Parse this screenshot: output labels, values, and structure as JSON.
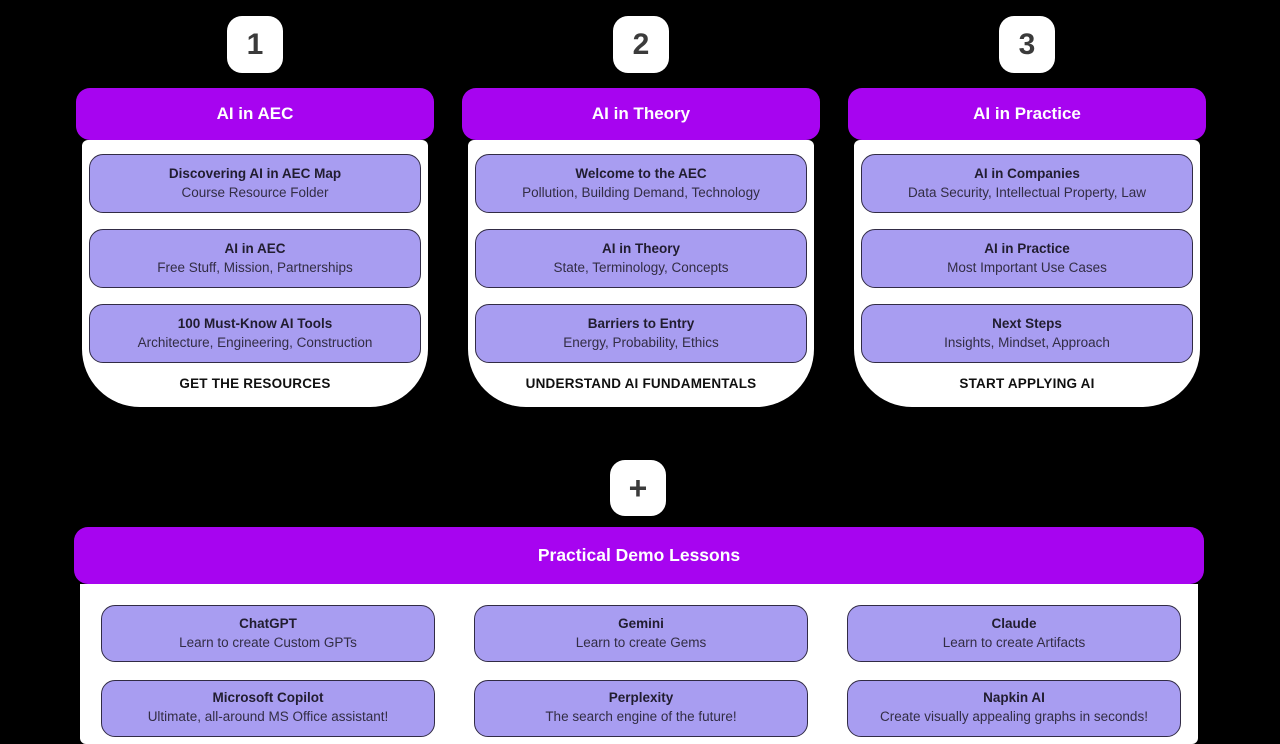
{
  "palette": {
    "background": "#000000",
    "header_purple": "#a704f0",
    "card_purple": "#a89df1",
    "card_border": "#312b45",
    "surface": "#ffffff",
    "title_text": "#211d30",
    "subtitle_text": "#322d44"
  },
  "columns": [
    {
      "badge": "1",
      "title": "AI in AEC",
      "cards": [
        {
          "title": "Discovering AI in AEC Map",
          "subtitle": "Course Resource Folder"
        },
        {
          "title": "AI in AEC",
          "subtitle": "Free Stuff, Mission, Partnerships"
        },
        {
          "title": "100 Must-Know AI Tools",
          "subtitle": "Architecture, Engineering, Construction"
        }
      ],
      "footer": "GET THE RESOURCES"
    },
    {
      "badge": "2",
      "title": "AI in Theory",
      "cards": [
        {
          "title": "Welcome to the AEC",
          "subtitle": "Pollution, Building Demand, Technology"
        },
        {
          "title": "AI in Theory",
          "subtitle": "State, Terminology, Concepts"
        },
        {
          "title": "Barriers to Entry",
          "subtitle": "Energy, Probability, Ethics"
        }
      ],
      "footer": "UNDERSTAND AI FUNDAMENTALS"
    },
    {
      "badge": "3",
      "title": "AI in Practice",
      "cards": [
        {
          "title": "AI in Companies",
          "subtitle": "Data Security, Intellectual Property, Law"
        },
        {
          "title": "AI in Practice",
          "subtitle": "Most Important Use Cases"
        },
        {
          "title": "Next Steps",
          "subtitle": "Insights, Mindset, Approach"
        }
      ],
      "footer": "START APPLYING AI"
    }
  ],
  "bonus": {
    "badge": "+",
    "title": "Practical Demo Lessons",
    "cards": [
      {
        "title": "ChatGPT",
        "subtitle": "Learn to create Custom GPTs"
      },
      {
        "title": "Gemini",
        "subtitle": "Learn to create Gems"
      },
      {
        "title": "Claude",
        "subtitle": "Learn to create Artifacts"
      },
      {
        "title": "Microsoft Copilot",
        "subtitle": "Ultimate, all-around MS Office assistant!"
      },
      {
        "title": "Perplexity",
        "subtitle": "The search engine of the future!"
      },
      {
        "title": "Napkin AI",
        "subtitle": "Create visually appealing graphs in seconds!"
      }
    ]
  }
}
